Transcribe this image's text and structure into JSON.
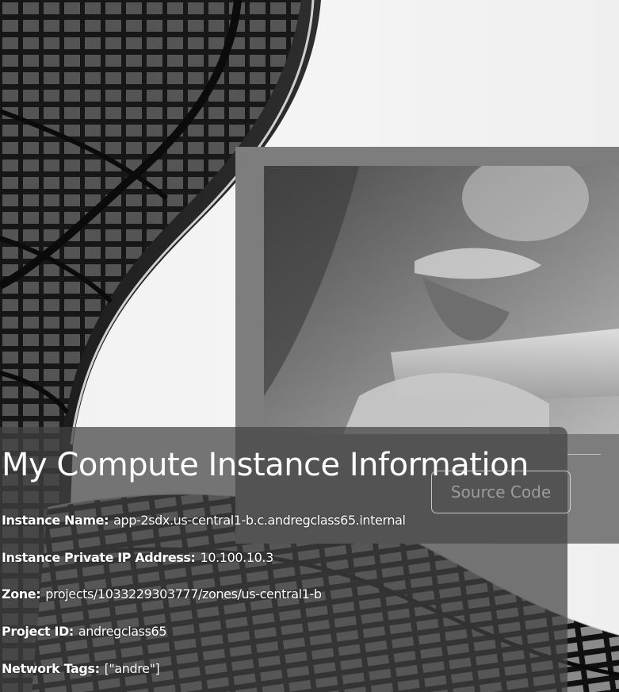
{
  "page": {
    "title": "My Compute Instance Information",
    "source_button_label": "Source Code"
  },
  "info": [
    {
      "label": "Instance Name:",
      "value": "app-2sdx.us-central1-b.c.andregclass65.internal"
    },
    {
      "label": "Instance Private IP Address:",
      "value": "10.100.10.3"
    },
    {
      "label": "Zone:",
      "value": "projects/1033229303777/zones/us-central1-b"
    },
    {
      "label": "Project ID:",
      "value": "andregclass65"
    },
    {
      "label": "Network Tags:",
      "value": "[\"andre\"]"
    }
  ],
  "colors": {
    "panel": "#424242",
    "title_text": "#ffffff",
    "button_text": "#9c9c9c",
    "button_border": "#dcdcdc"
  }
}
